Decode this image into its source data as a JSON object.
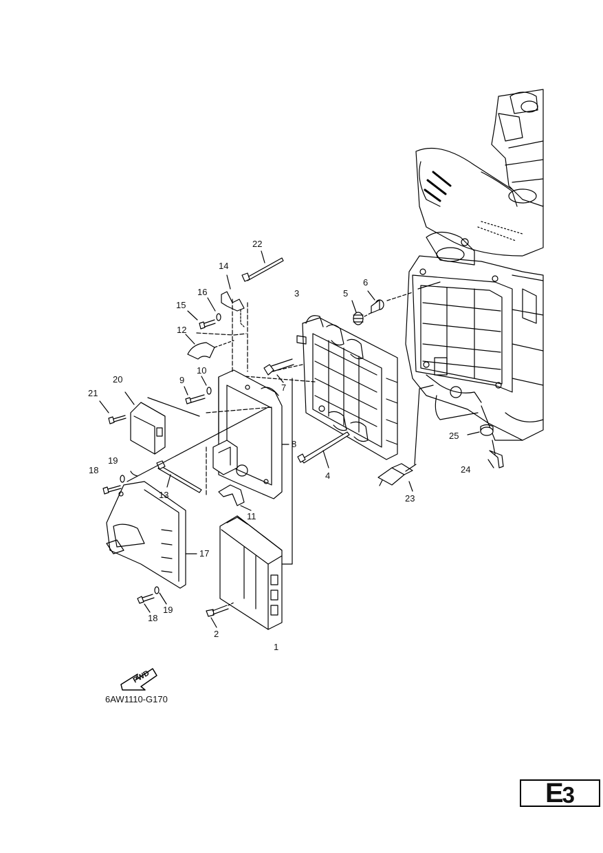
{
  "drawing_code": "6AW1110-G170",
  "section": {
    "letter": "E",
    "number": "3"
  },
  "fwd_label": "FWD",
  "callouts": [
    {
      "id": "c1",
      "text": "1"
    },
    {
      "id": "c2",
      "text": "2"
    },
    {
      "id": "c3",
      "text": "3"
    },
    {
      "id": "c4",
      "text": "4"
    },
    {
      "id": "c5",
      "text": "5"
    },
    {
      "id": "c6",
      "text": "6"
    },
    {
      "id": "c7",
      "text": "7"
    },
    {
      "id": "c8",
      "text": "8"
    },
    {
      "id": "c9",
      "text": "9"
    },
    {
      "id": "c10",
      "text": "10"
    },
    {
      "id": "c11",
      "text": "11"
    },
    {
      "id": "c12",
      "text": "12"
    },
    {
      "id": "c13",
      "text": "13"
    },
    {
      "id": "c14",
      "text": "14"
    },
    {
      "id": "c15",
      "text": "15"
    },
    {
      "id": "c16",
      "text": "16"
    },
    {
      "id": "c17",
      "text": "17"
    },
    {
      "id": "c18a",
      "text": "18"
    },
    {
      "id": "c18b",
      "text": "18"
    },
    {
      "id": "c19a",
      "text": "19"
    },
    {
      "id": "c19b",
      "text": "19"
    },
    {
      "id": "c20",
      "text": "20"
    },
    {
      "id": "c21",
      "text": "21"
    },
    {
      "id": "c22",
      "text": "22"
    },
    {
      "id": "c23",
      "text": "23"
    },
    {
      "id": "c24",
      "text": "24"
    },
    {
      "id": "c25",
      "text": "25"
    }
  ]
}
